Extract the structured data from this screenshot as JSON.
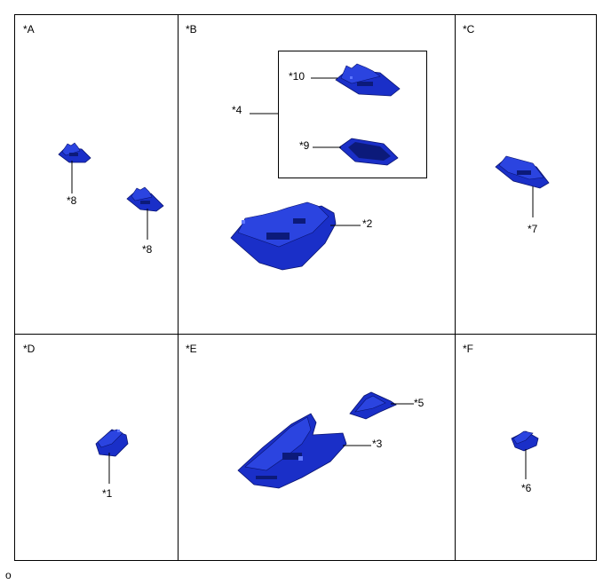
{
  "panels": {
    "a": "*A",
    "b": "*B",
    "c": "*C",
    "d": "*D",
    "e": "*E",
    "f": "*F"
  },
  "callouts": {
    "a_top": "*8",
    "a_bottom": "*8",
    "b_10": "*10",
    "b_4": "*4",
    "b_9": "*9",
    "b_2": "*2",
    "c_7": "*7",
    "d_1": "*1",
    "e_5": "*5",
    "e_3": "*3",
    "f_6": "*6"
  },
  "footer": "o",
  "colors": {
    "part": "#1a2fc8",
    "outline": "#0a1470"
  }
}
